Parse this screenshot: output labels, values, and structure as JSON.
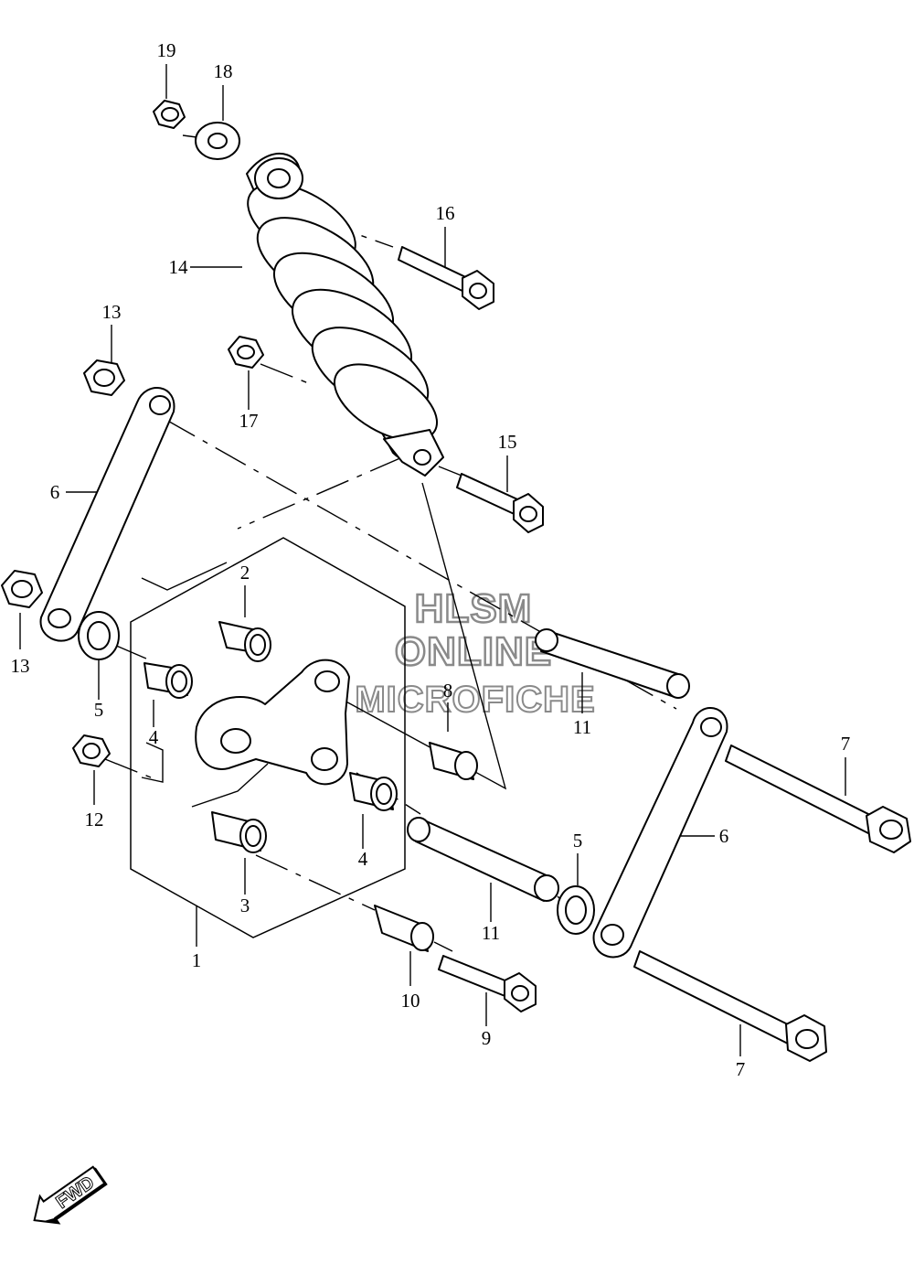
{
  "callouts": {
    "c1": "1",
    "c2": "2",
    "c3": "3",
    "c4a": "4",
    "c4b": "4",
    "c5a": "5",
    "c5b": "5",
    "c6a": "6",
    "c6b": "6",
    "c7a": "7",
    "c7b": "7",
    "c8": "8",
    "c9": "9",
    "c10": "10",
    "c11a": "11",
    "c11b": "11",
    "c12": "12",
    "c13a": "13",
    "c13b": "13",
    "c14": "14",
    "c15": "15",
    "c16": "16",
    "c17": "17",
    "c18": "18",
    "c19": "19"
  },
  "watermark": {
    "line1": "HLSM",
    "line2": "ONLINE",
    "line3": "MICROFICHE"
  },
  "direction_arrow": {
    "label": "FWD"
  }
}
